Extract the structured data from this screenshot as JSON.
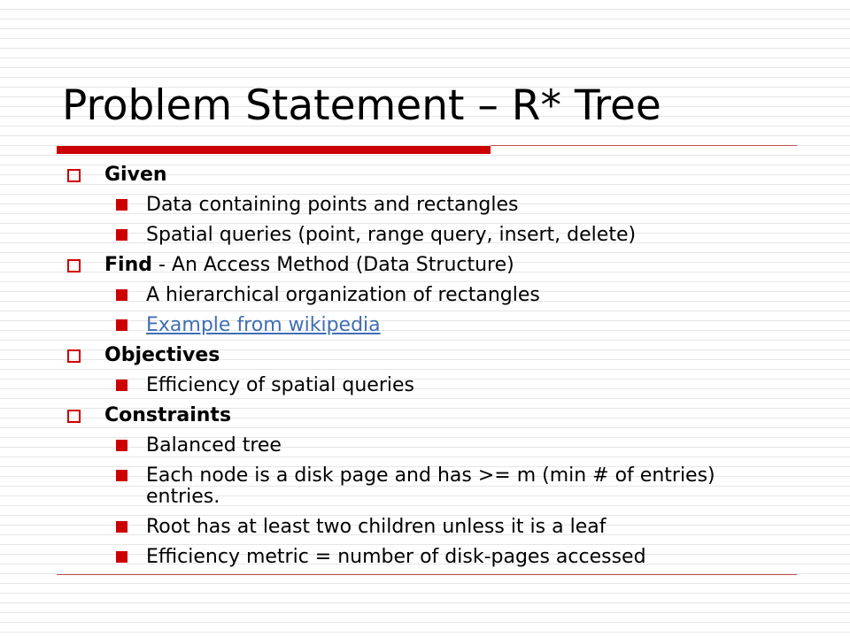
{
  "title": "Problem Statement – R* Tree",
  "sections": [
    {
      "label": "Given",
      "suffix": "",
      "items": [
        "Data containing points and rectangles",
        "Spatial queries (point, range query, insert, delete)"
      ]
    },
    {
      "label": "Find",
      "suffix": " - An Access Method (Data Structure)",
      "items": [
        "A hierarchical organization of rectangles"
      ],
      "link": "Example from wikipedia"
    },
    {
      "label": "Objectives",
      "suffix": "",
      "items": [
        "Efficiency of spatial queries"
      ]
    },
    {
      "label": "Constraints",
      "suffix": "",
      "items": [
        "Balanced tree",
        "Each node is a disk page and has >= m (min # of entries) entries.",
        "Root has at least two children unless it is a leaf",
        "Efficiency metric = number of disk-pages accessed"
      ]
    }
  ],
  "colors": {
    "accent": "#cc0000",
    "link": "#3f6fb4"
  }
}
